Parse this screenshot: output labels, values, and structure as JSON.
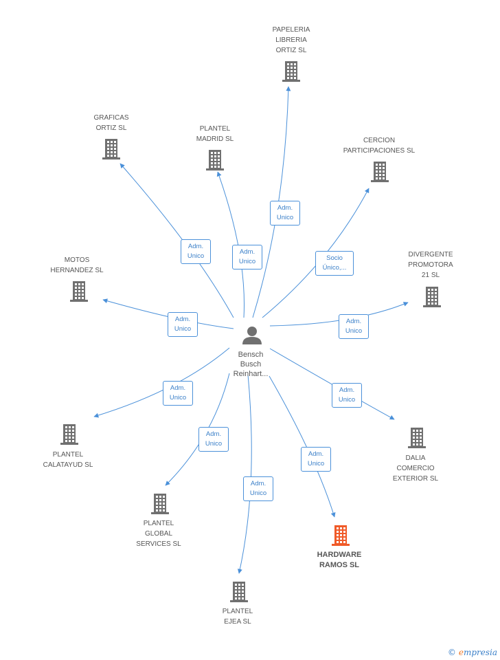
{
  "center": {
    "name": "Bensch\nBusch\nReinhart..."
  },
  "colors": {
    "edge": "#4a90d9",
    "building": "#707070",
    "highlight": "#f05a28"
  },
  "nodes": [
    {
      "id": "papeleria",
      "label": "PAPELERIA\nLIBRERIA\nORTIZ SL",
      "role": "Adm.\nUnico",
      "highlight": false
    },
    {
      "id": "graficas",
      "label": "GRAFICAS\nORTIZ SL",
      "role": "Adm.\nUnico",
      "highlight": false
    },
    {
      "id": "plantel-madrid",
      "label": "PLANTEL\nMADRID SL",
      "role": "Adm.\nUnico",
      "highlight": false
    },
    {
      "id": "cercion",
      "label": "CERCION\nPARTICIPACIONES SL",
      "role": "Socio\nÚnico,...",
      "highlight": false
    },
    {
      "id": "motos",
      "label": "MOTOS\nHERNANDEZ SL",
      "role": "Adm.\nUnico",
      "highlight": false
    },
    {
      "id": "divergente",
      "label": "DIVERGENTE\nPROMOTORA\n21 SL",
      "role": "Adm.\nUnico",
      "highlight": false
    },
    {
      "id": "plantel-calatayud",
      "label": "PLANTEL\nCALATAYUD SL",
      "role": "Adm.\nUnico",
      "highlight": false
    },
    {
      "id": "dalia",
      "label": "DALIA\nCOMERCIO\nEXTERIOR SL",
      "role": "Adm.\nUnico",
      "highlight": false
    },
    {
      "id": "plantel-global",
      "label": "PLANTEL\nGLOBAL\nSERVICES SL",
      "role": "Adm.\nUnico",
      "highlight": false
    },
    {
      "id": "hardware",
      "label": "HARDWARE\nRAMOS SL",
      "role": "Adm.\nUnico",
      "highlight": true
    },
    {
      "id": "plantel-ejea",
      "label": "PLANTEL\nEJEA SL",
      "role": "Adm.\nUnico",
      "highlight": false
    }
  ],
  "footer": {
    "copyright": "©",
    "brand_first": "e",
    "brand_rest": "mpresia"
  }
}
